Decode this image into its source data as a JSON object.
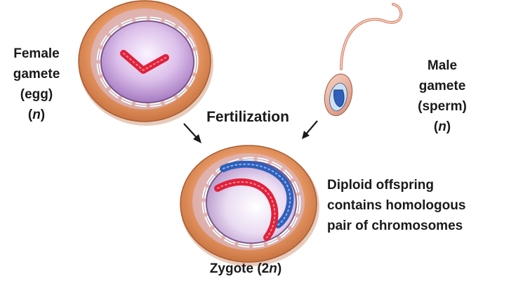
{
  "female_gamete": {
    "line1": "Female",
    "line2": "gamete",
    "line3": "(egg)",
    "ploidy": "n"
  },
  "male_gamete": {
    "line1": "Male",
    "line2": "gamete",
    "line3": "(sperm)",
    "ploidy": "n"
  },
  "process": {
    "label": "Fertilization"
  },
  "zygote": {
    "prefix": "Zygote (2",
    "ploidy": "n",
    "suffix": ")"
  },
  "offspring_note": {
    "line1": "Diploid offspring",
    "line2": "contains homologous",
    "line3": "pair of chromosomes"
  },
  "colors": {
    "maternal_chromosome": "#e0213a",
    "paternal_chromosome": "#2f5fb8",
    "cell_membrane": "#e6a070",
    "nucleus": "#c9a4d8",
    "sperm_body": "#e9b7a6"
  }
}
